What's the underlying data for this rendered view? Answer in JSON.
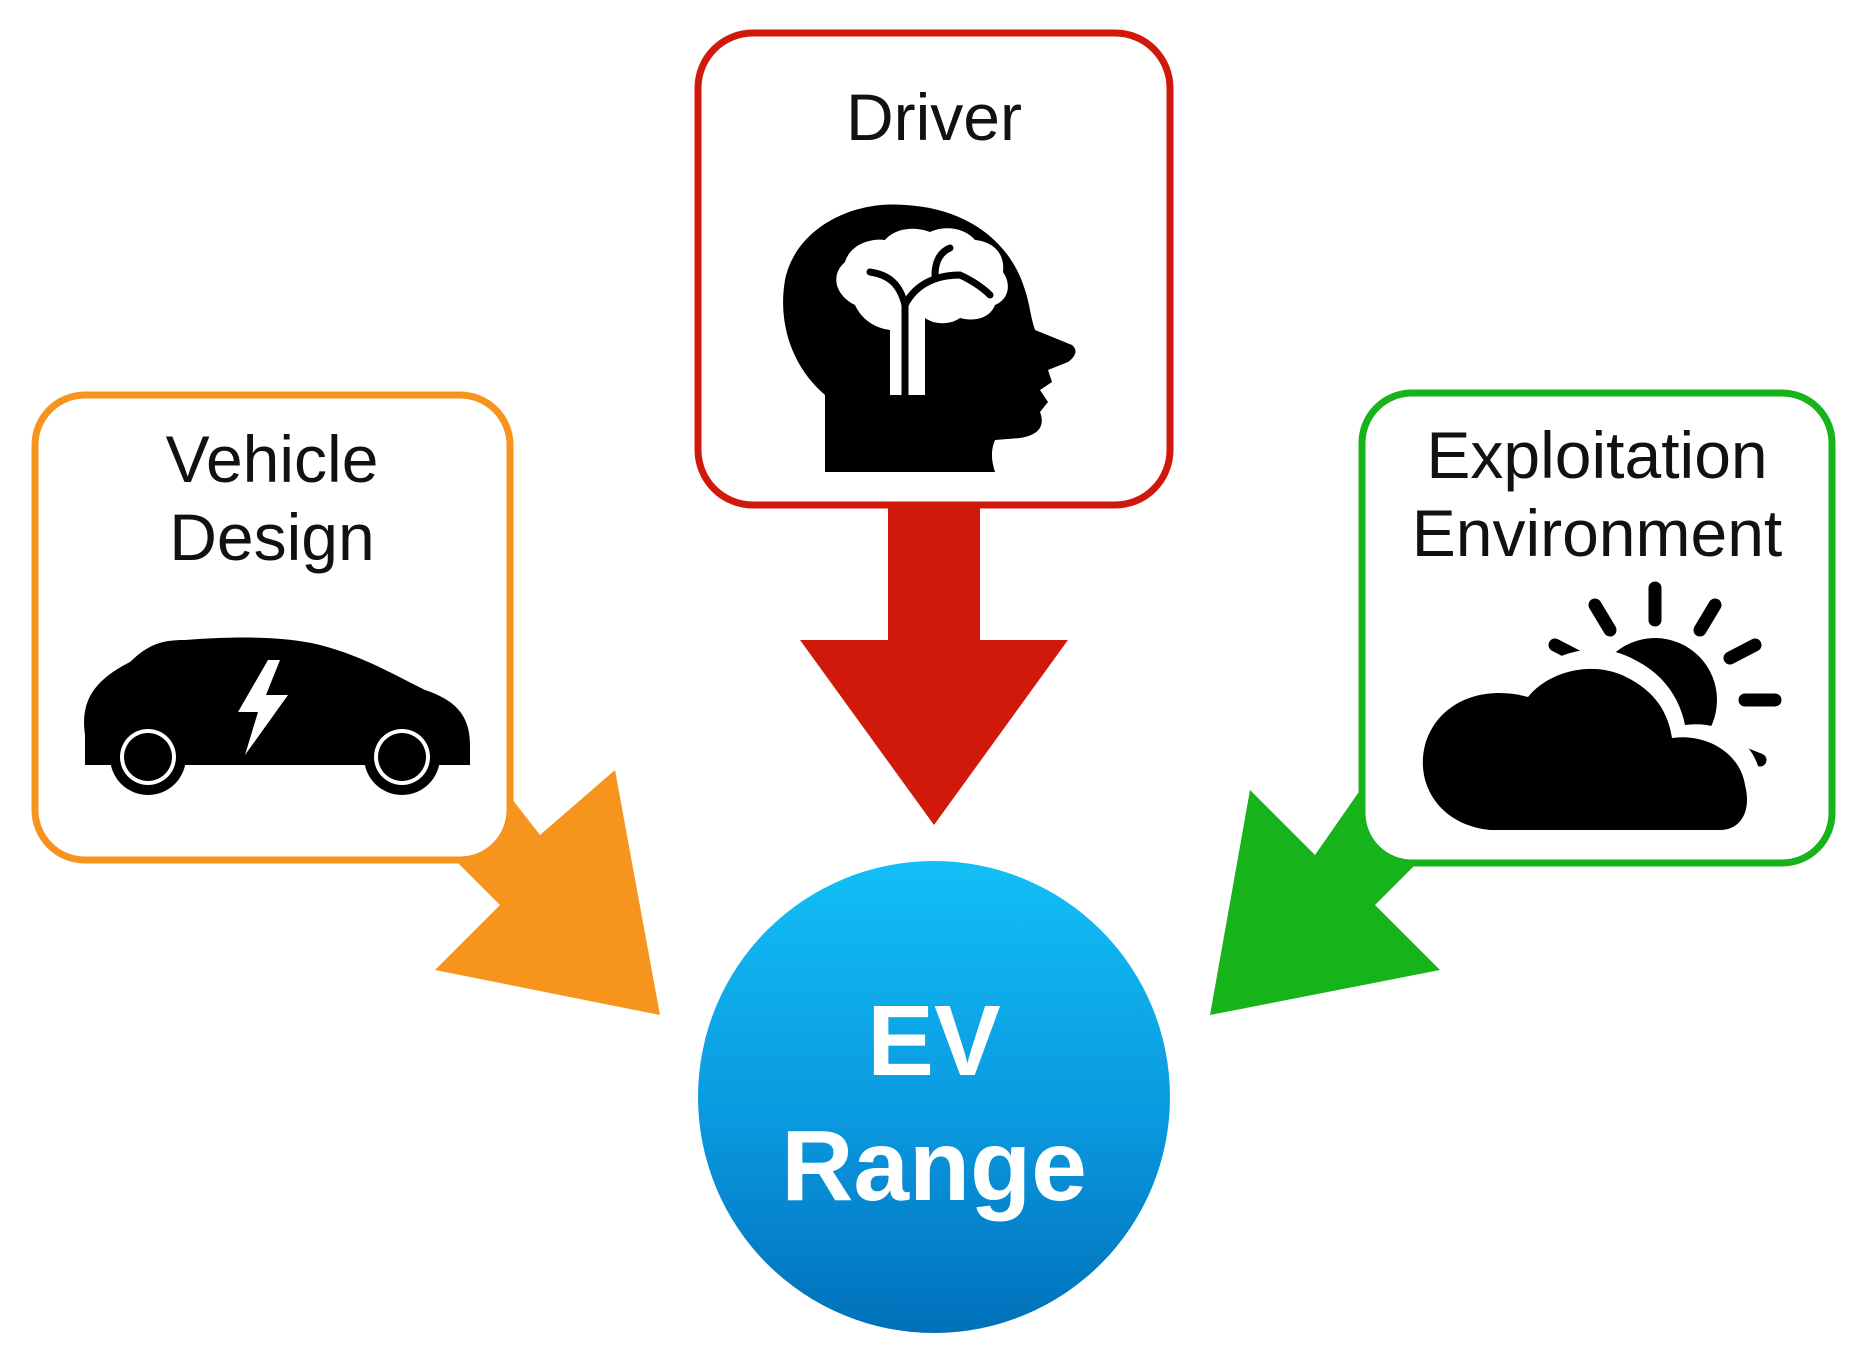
{
  "nodes": {
    "vehicle": {
      "line1": "Vehicle",
      "line2": "Design",
      "icon": "electric-car-icon",
      "color": "#F7941D"
    },
    "driver": {
      "line1": "Driver",
      "icon": "brain-head-icon",
      "color": "#D0180B"
    },
    "environment": {
      "line1": "Exploitation",
      "line2": "Environment",
      "icon": "sun-cloud-icon",
      "color": "#17B31B"
    },
    "center": {
      "line1": "EV",
      "line2": "Range",
      "color": "#0A8FD8"
    }
  },
  "colors": {
    "vehicle_arrow": "#F7941D",
    "driver_arrow": "#D0180B",
    "environment_arrow": "#17B31B",
    "circle_top": "#0FB9F2",
    "circle_bottom": "#0073BF",
    "icon_fill": "#000000"
  }
}
